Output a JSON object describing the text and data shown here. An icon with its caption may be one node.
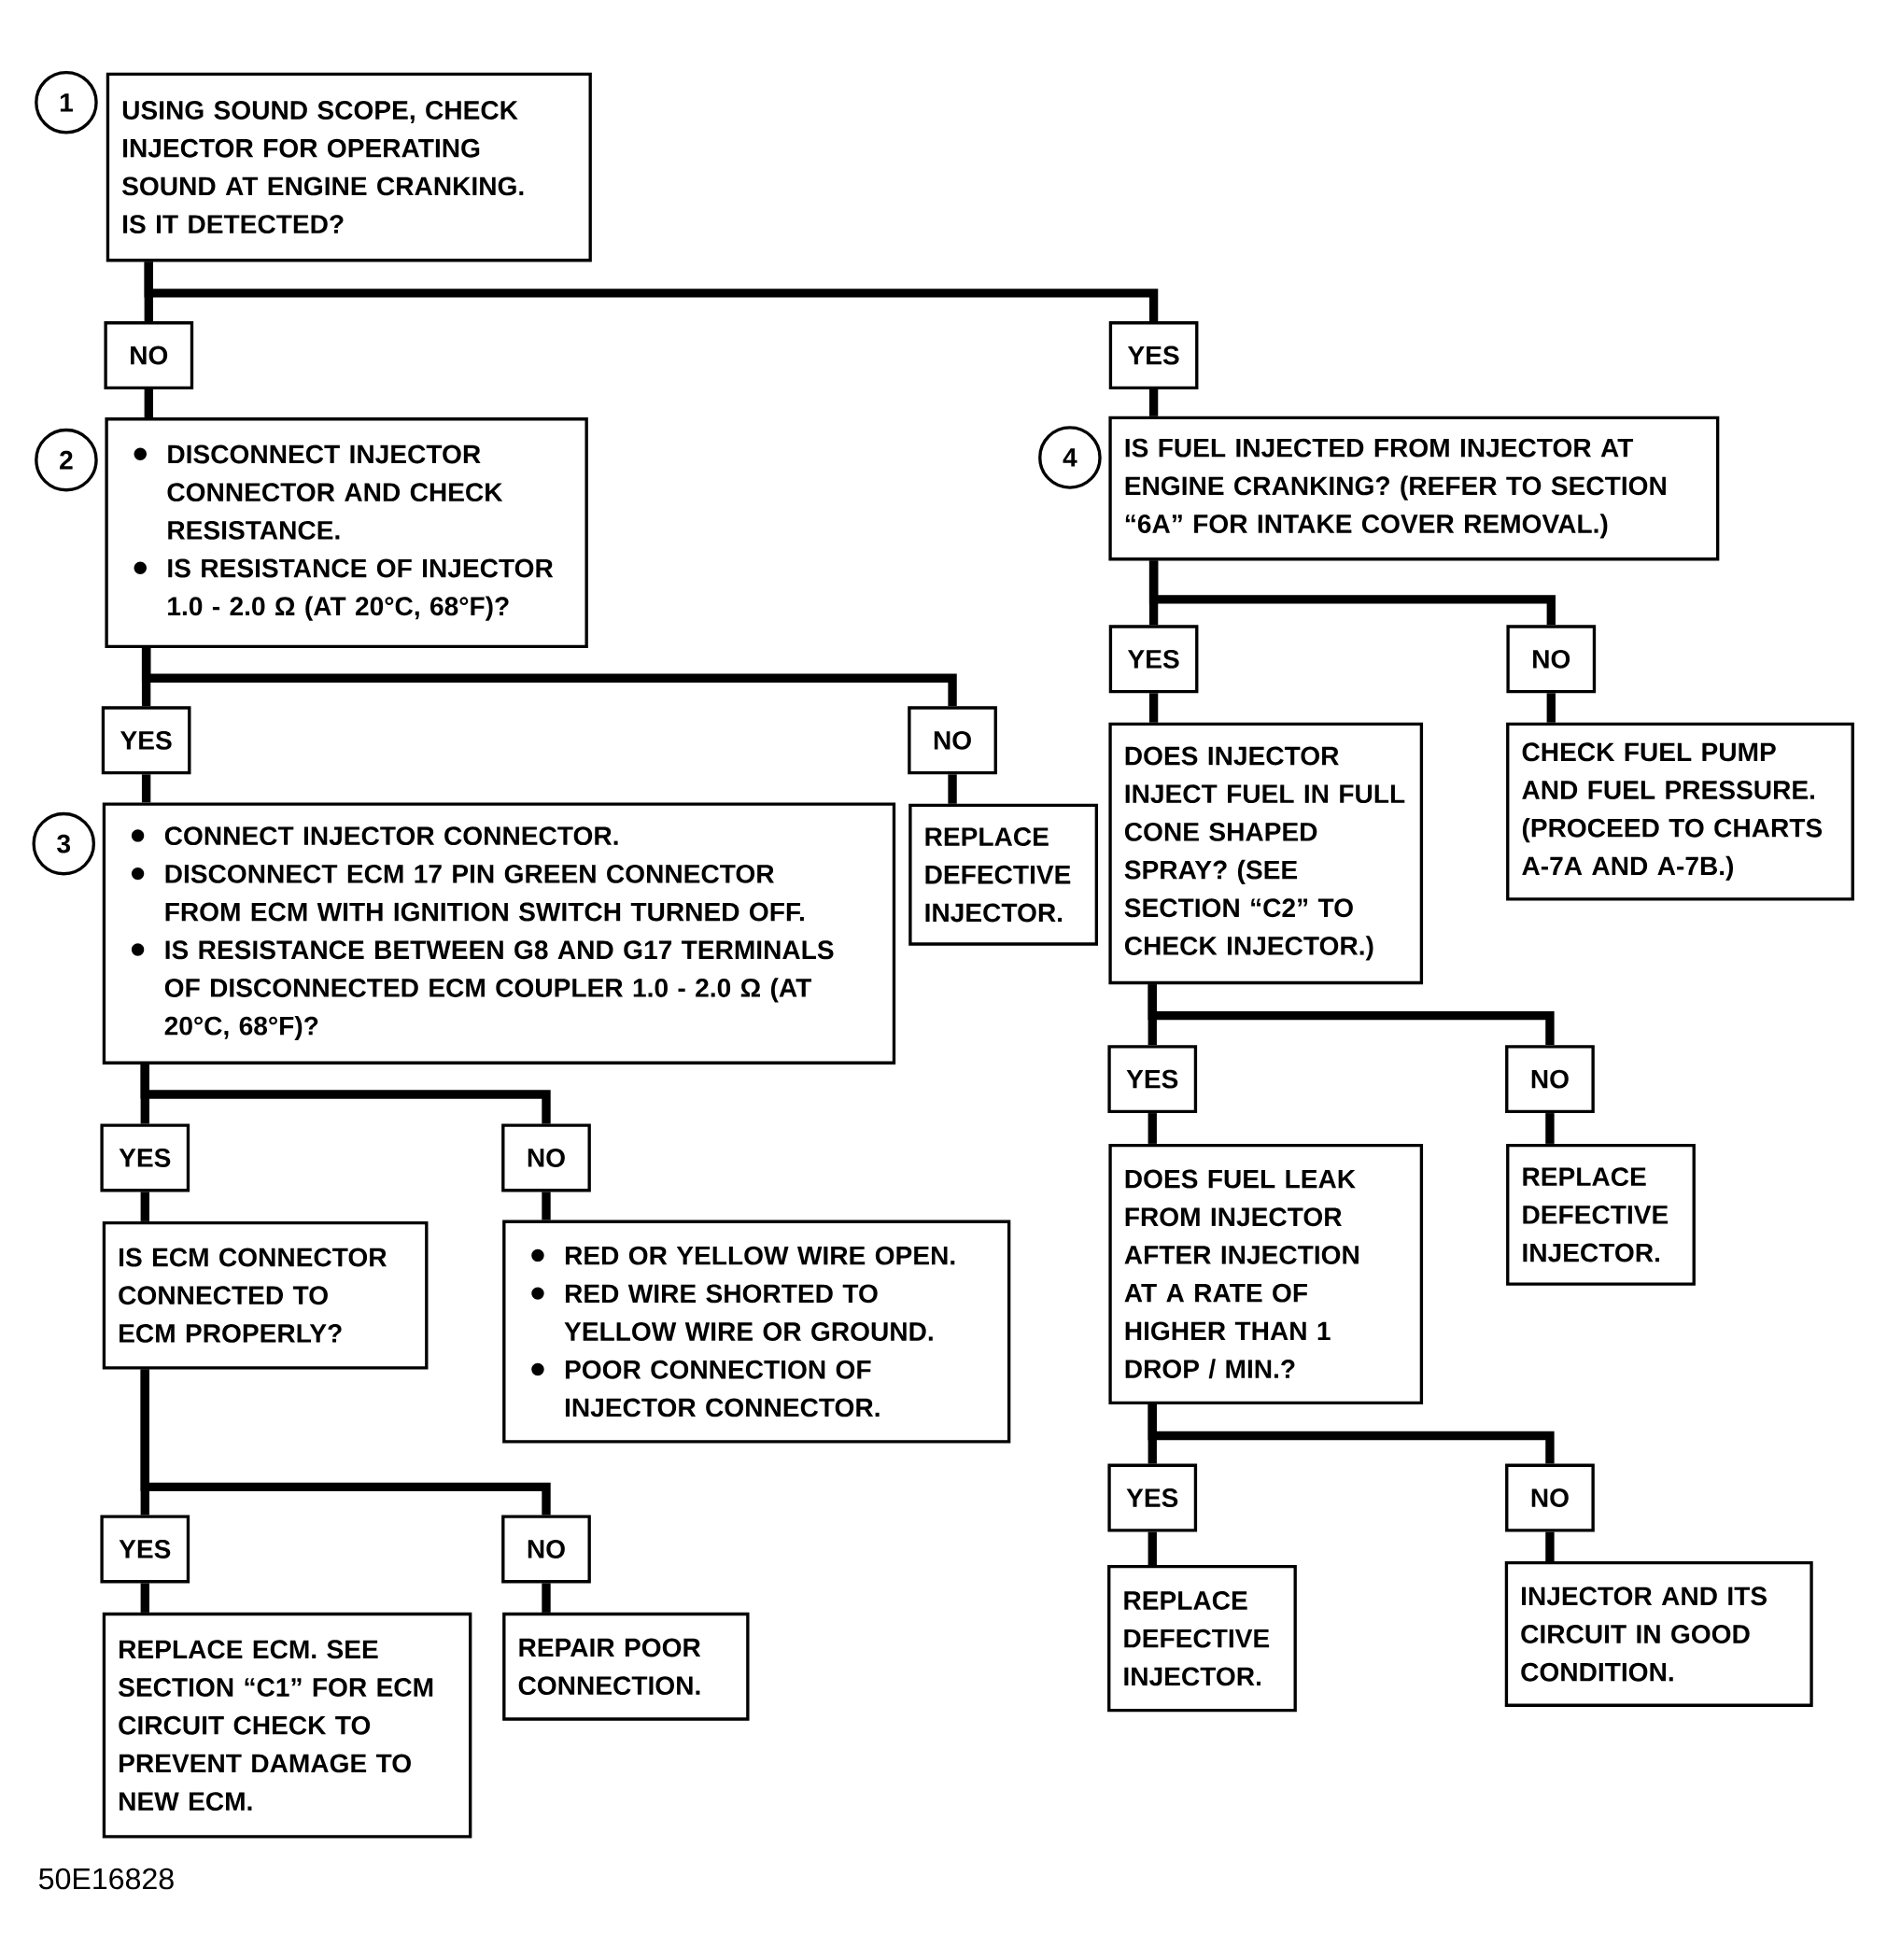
{
  "diagram": {
    "nodes": [
      {
        "text": [
          "1"
        ]
      },
      {
        "text": [
          "USING SOUND SCOPE, CHECK INJECTOR FOR OPERATING SOUND AT ENGINE CRANKING. IS IT DETECTED?"
        ]
      },
      {
        "text": [
          "NO"
        ]
      },
      {
        "text": [
          "YES"
        ]
      },
      {
        "text": [
          "2"
        ]
      },
      {
        "text": [
          "DISCONNECT INJECTOR CONNECTOR AND CHECK RESISTANCE.",
          "IS RESISTANCE OF INJECTOR 1.0 - 2.0 Ω (AT 20°C, 68°F)?"
        ]
      },
      {
        "text": [
          "4"
        ]
      },
      {
        "text": [
          "IS FUEL INJECTED FROM INJECTOR AT ENGINE CRANKING? (REFER TO SECTION “6A” FOR INTAKE COVER REMOVAL.)"
        ]
      },
      {
        "text": [
          "YES"
        ]
      },
      {
        "text": [
          "NO"
        ]
      },
      {
        "text": [
          "YES"
        ]
      },
      {
        "text": [
          "NO"
        ]
      },
      {
        "text": [
          "3"
        ]
      },
      {
        "text": [
          "CONNECT INJECTOR CONNECTOR.",
          "DISCONNECT ECM 17 PIN GREEN CONNECTOR FROM ECM WITH IGNITION SWITCH TURNED OFF.",
          "IS RESISTANCE BETWEEN G8 AND G17 TERMINALS OF DISCONNECTED ECM COUPLER 1.0 - 2.0 Ω (AT 20°C, 68°F)?"
        ]
      },
      {
        "text": [
          "REPLACE DEFECTIVE INJECTOR."
        ]
      },
      {
        "text": [
          "DOES INJECTOR INJECT FUEL IN FULL CONE SHAPED SPRAY? (SEE SECTION “C2” TO CHECK INJECTOR.)"
        ]
      },
      {
        "text": [
          "CHECK FUEL PUMP AND FUEL PRESSURE. (PROCEED TO CHARTS A-7A AND A-7B.)"
        ]
      },
      {
        "text": [
          "YES"
        ]
      },
      {
        "text": [
          "NO"
        ]
      },
      {
        "text": [
          "YES"
        ]
      },
      {
        "text": [
          "NO"
        ]
      },
      {
        "text": [
          "DOES FUEL LEAK FROM INJECTOR AFTER INJECTION AT A RATE OF HIGHER THAN 1 DROP / MIN.?"
        ]
      },
      {
        "text": [
          "REPLACE DEFECTIVE INJECTOR."
        ]
      },
      {
        "text": [
          "IS ECM CONNECTOR CONNECTED TO ECM PROPERLY?"
        ]
      },
      {
        "text": [
          "RED OR YELLOW WIRE OPEN.",
          "RED WIRE SHORTED TO YELLOW WIRE OR GROUND.",
          "POOR CONNECTION OF INJECTOR CONNECTOR."
        ]
      },
      {
        "text": [
          "YES"
        ]
      },
      {
        "text": [
          "NO"
        ]
      },
      {
        "text": [
          "YES"
        ]
      },
      {
        "text": [
          "NO"
        ]
      },
      {
        "text": [
          "REPLACE DEFECTIVE INJECTOR."
        ]
      },
      {
        "text": [
          "INJECTOR AND ITS CIRCUIT IN GOOD CONDITION."
        ]
      },
      {
        "text": [
          "REPLACE ECM. SEE SECTION “C1” FOR ECM CIRCUIT CHECK TO PREVENT DAMAGE TO NEW ECM."
        ]
      },
      {
        "text": [
          "REPAIR POOR CONNECTION."
        ]
      }
    ],
    "edges": [
      {
        "from": 1,
        "to": 2,
        "arrow": "none"
      },
      {
        "from": 1,
        "to": 3,
        "arrow": "none"
      },
      {
        "from": 2,
        "to": 5,
        "arrow": "none"
      },
      {
        "from": 3,
        "to": 7,
        "arrow": "none"
      },
      {
        "from": 5,
        "to": 10,
        "arrow": "none"
      },
      {
        "from": 5,
        "to": 11,
        "arrow": "none"
      },
      {
        "from": 7,
        "to": 8,
        "arrow": "none"
      },
      {
        "from": 7,
        "to": 9,
        "arrow": "none"
      },
      {
        "from": 10,
        "to": 13,
        "arrow": "none"
      },
      {
        "from": 11,
        "to": 14,
        "arrow": "none"
      },
      {
        "from": 8,
        "to": 15,
        "arrow": "none"
      },
      {
        "from": 9,
        "to": 16,
        "arrow": "none"
      },
      {
        "from": 13,
        "to": 19,
        "arrow": "none"
      },
      {
        "from": 13,
        "to": 20,
        "arrow": "none"
      },
      {
        "from": 15,
        "to": 17,
        "arrow": "none"
      },
      {
        "from": 15,
        "to": 18,
        "arrow": "none"
      },
      {
        "from": 19,
        "to": 23,
        "arrow": "none"
      },
      {
        "from": 20,
        "to": 24,
        "arrow": "none"
      },
      {
        "from": 17,
        "to": 21,
        "arrow": "none"
      },
      {
        "from": 18,
        "to": 22,
        "arrow": "none"
      },
      {
        "from": 21,
        "to": 25,
        "arrow": "none"
      },
      {
        "from": 21,
        "to": 26,
        "arrow": "none"
      },
      {
        "from": 23,
        "to": 27,
        "arrow": "none"
      },
      {
        "from": 23,
        "to": 28,
        "arrow": "none"
      },
      {
        "from": 25,
        "to": 29,
        "arrow": "none"
      },
      {
        "from": 26,
        "to": 30,
        "arrow": "none"
      },
      {
        "from": 27,
        "to": 31,
        "arrow": "none"
      },
      {
        "from": 28,
        "to": 32,
        "arrow": "none"
      }
    ],
    "labels": [
      "50E16828"
    ]
  }
}
